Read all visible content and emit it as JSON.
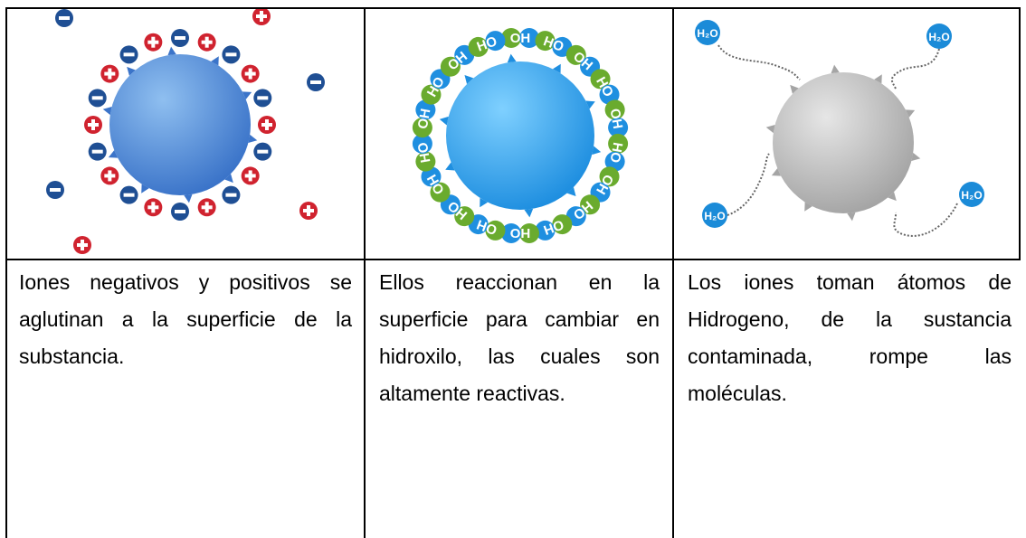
{
  "columns": [
    {
      "illustration": {
        "name": "particle-with-charged-ions",
        "particle_color": "#3b74c9",
        "negative_ion_color": "#1f4f94",
        "positive_ion_color": "#d0232f",
        "negative_symbol": "−",
        "positive_symbol": "+"
      },
      "description": [
        "Iones negativos y positivos se aglutinan a la superficie de la substancia."
      ]
    },
    {
      "illustration": {
        "name": "particle-with-hydroxyl-groups",
        "particle_color": "#1f8fe0",
        "hydroxyl_color": "#6aab2e",
        "label_oh": "OH",
        "label_ho": "HO"
      },
      "description": [
        "Ellos reaccionan en la superficie para cambiar en hidroxilo, las cuales son altamente reactivas."
      ]
    },
    {
      "illustration": {
        "name": "particle-with-water-molecules",
        "particle_color": "#a5a5a5",
        "water_color": "#1b8bd8",
        "label_water": "H₂O"
      },
      "description": [
        "Los iones toman átomos de Hidrogeno, de la sustancia contaminada, rompe las moléculas."
      ]
    }
  ]
}
